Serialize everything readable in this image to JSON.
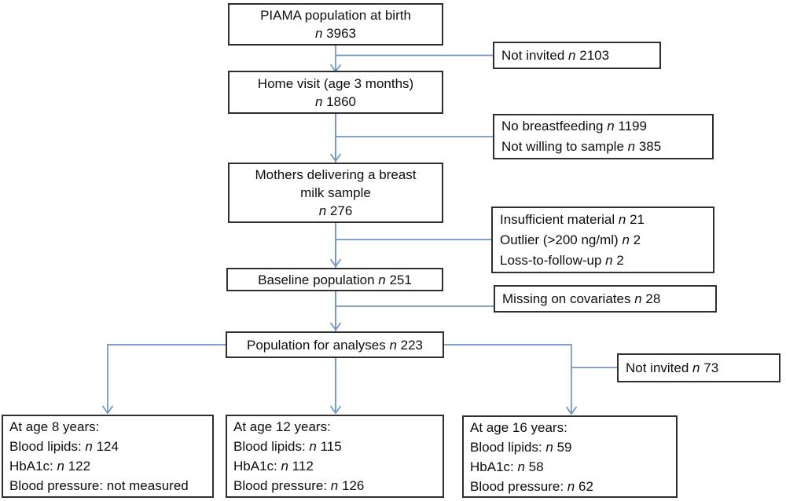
{
  "colors": {
    "connector": "#6f95c3",
    "box_border": "#2e2e2e",
    "text": "#0e0e0e",
    "background": "#ffffff"
  },
  "n_symbol": "n",
  "main_boxes": [
    {
      "key": "piama_birth",
      "lines": [
        {
          "pre": "PIAMA population at birth"
        },
        {
          "n": "3963"
        }
      ]
    },
    {
      "key": "home_visit",
      "lines": [
        {
          "pre": "Home visit (age 3 months)"
        },
        {
          "n": "1860"
        }
      ]
    },
    {
      "key": "breast_milk_sample",
      "lines": [
        {
          "pre": "Mothers delivering a breast"
        },
        {
          "pre": "milk sample"
        },
        {
          "n": "276"
        }
      ]
    },
    {
      "key": "baseline_population",
      "lines": [
        {
          "pre": "Baseline population",
          "n": "251"
        }
      ]
    },
    {
      "key": "population_for_analyses",
      "lines": [
        {
          "pre": "Population for analyses",
          "n": "223"
        }
      ]
    }
  ],
  "side_boxes": [
    {
      "key": "not_invited_birth",
      "lines": [
        {
          "pre": "Not invited",
          "n": "2103"
        }
      ]
    },
    {
      "key": "no_breastfeeding",
      "lines": [
        {
          "pre": "No breastfeeding",
          "n": "1199"
        },
        {
          "pre": "Not willing to sample",
          "n": "385"
        }
      ]
    },
    {
      "key": "sample_exclusions",
      "lines": [
        {
          "pre": "Insufficient material",
          "n": "21"
        },
        {
          "pre": "Outlier (>200 ng/ml)",
          "n": "2"
        },
        {
          "pre": "Loss-to-follow-up",
          "n": "2"
        }
      ]
    },
    {
      "key": "missing_covariates",
      "lines": [
        {
          "pre": "Missing on covariates",
          "n": "28"
        }
      ]
    },
    {
      "key": "not_invited_followup",
      "lines": [
        {
          "pre": "Not invited",
          "n": "73"
        }
      ]
    }
  ],
  "outcome_boxes": [
    {
      "key": "age_8",
      "lines": [
        {
          "pre": "At age 8 years:"
        },
        {
          "pre": "Blood lipids:",
          "n": "124"
        },
        {
          "pre": "HbA1c:",
          "n": "122"
        },
        {
          "pre": "Blood pressure: not measured"
        }
      ]
    },
    {
      "key": "age_12",
      "lines": [
        {
          "pre": "At age 12 years:"
        },
        {
          "pre": "Blood lipids:",
          "n": "115"
        },
        {
          "pre": "HbA1c:",
          "n": "112"
        },
        {
          "pre": "Blood pressure:",
          "n": "126"
        }
      ]
    },
    {
      "key": "age_16",
      "lines": [
        {
          "pre": "At age 16 years:"
        },
        {
          "pre": "Blood lipids:",
          "n": "59"
        },
        {
          "pre": "HbA1c:",
          "n": "58"
        },
        {
          "pre": "Blood pressure:",
          "n": "62"
        }
      ]
    }
  ]
}
